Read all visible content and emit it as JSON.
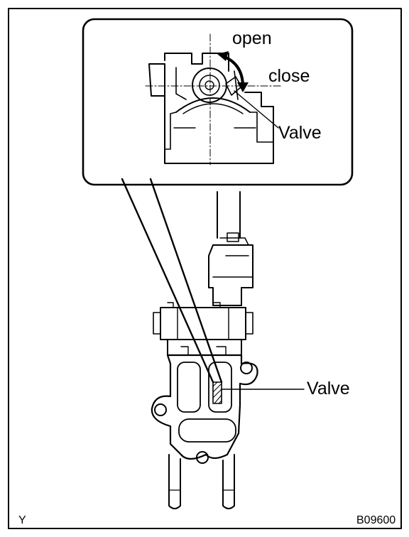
{
  "labels": {
    "open": "open",
    "close": "close",
    "valve_detail": "Valve",
    "valve_main": "Valve",
    "corner_code": "Y",
    "figure_id": "B09600"
  },
  "colors": {
    "ink": "#000000",
    "paper": "#ffffff"
  }
}
